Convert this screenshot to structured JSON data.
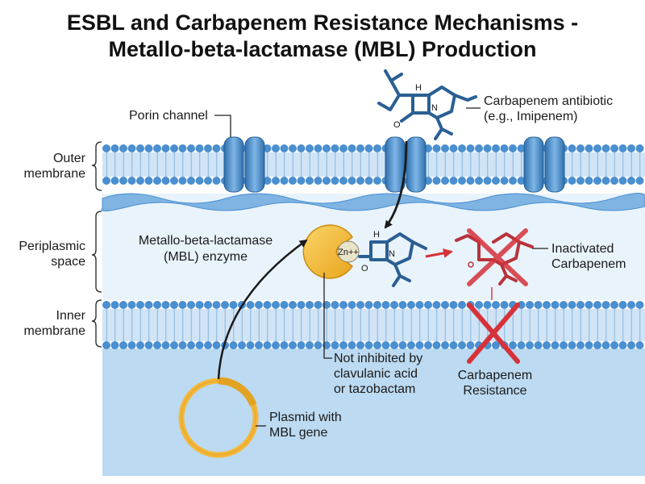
{
  "title": {
    "line1": "ESBL and Carbapenem Resistance Mechanisms -",
    "line2": "Metallo-beta-lactamase (MBL) Production"
  },
  "labels": {
    "porin_channel": "Porin channel",
    "carbapenem_antibiotic_line1": "Carbapenem antibiotic",
    "carbapenem_antibiotic_line2": "(e.g., Imipenem)",
    "outer_membrane_line1": "Outer",
    "outer_membrane_line2": "membrane",
    "periplasmic_line1": "Periplasmic",
    "periplasmic_line2": "space",
    "mbl_enzyme_line1": "Metallo-beta-lactamase",
    "mbl_enzyme_line2": "(MBL) enzyme",
    "zinc": "Zn++",
    "inactivated_line1": "Inactivated",
    "inactivated_line2": "Carbapenem",
    "inner_membrane_line1": "Inner",
    "inner_membrane_line2": "membrane",
    "not_inhibited_line1": "Not inhibited by",
    "not_inhibited_line2": "clavulanic acid",
    "not_inhibited_line3": "or tazobactam",
    "resistance_line1": "Carbapenem",
    "resistance_line2": "Resistance",
    "plasmid_line1": "Plasmid with",
    "plasmid_line2": "MBL gene",
    "atom_h": "H",
    "atom_n": "N",
    "atom_o": "O"
  },
  "colors": {
    "lipid_head": "#4a8fd0",
    "membrane_core": "#a9cdef",
    "cytoplasm": "#bcdaf1",
    "periplasm": "#e9f3fb",
    "enzyme": "#f6bf3e",
    "molecule": "#2a5f93",
    "inactivated": "#b8333b",
    "cross": "#d6323a"
  }
}
